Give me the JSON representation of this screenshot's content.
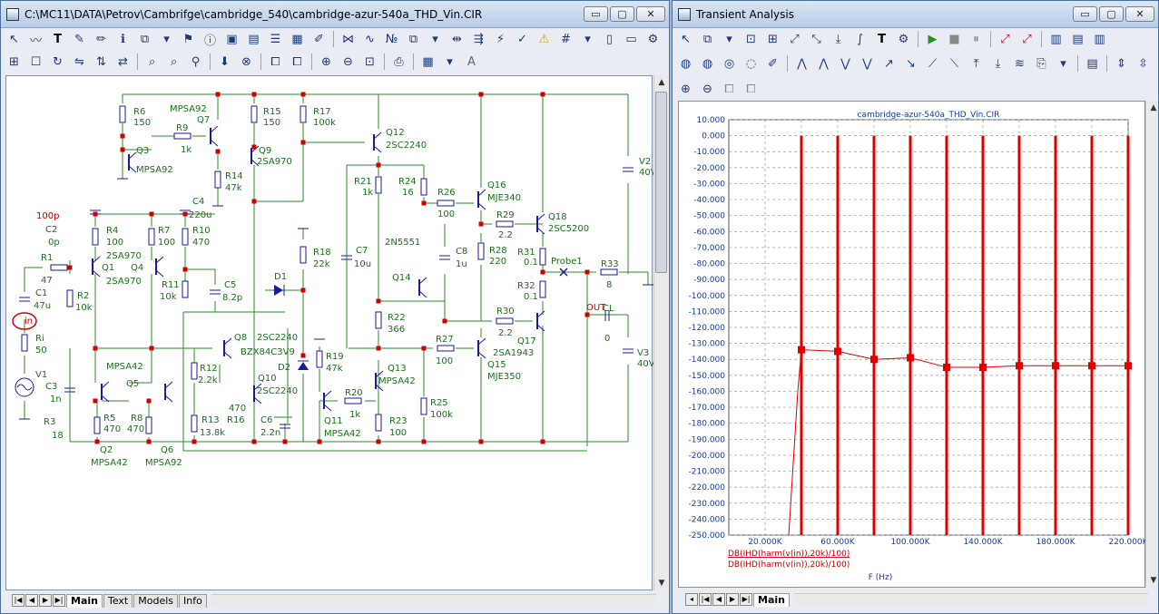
{
  "schematic_window": {
    "title": "C:\\MC11\\DATA\\Petrov\\Cambrifge\\cambridge_540\\cambridge-azur-540a_THD_Vin.CIR",
    "controls": {
      "minimize": "▭",
      "maximize": "▢",
      "close": "✕"
    },
    "tabs": [
      "Main",
      "Text",
      "Models",
      "Info"
    ],
    "active_tab": "Main"
  },
  "transient_window": {
    "title": "Transient Analysis",
    "controls": {
      "minimize": "▭",
      "maximize": "▢",
      "close": "✕"
    },
    "tabs": [
      "Main"
    ],
    "active_tab": "Main"
  },
  "schematic_labels": [
    {
      "id": "R6",
      "t": "R6"
    },
    {
      "id": "R6v",
      "t": "150"
    },
    {
      "id": "R9",
      "t": "R9"
    },
    {
      "id": "R9v",
      "t": "1k"
    },
    {
      "id": "MPSA92a",
      "t": "MPSA92"
    },
    {
      "id": "Q7",
      "t": "Q7"
    },
    {
      "id": "R15",
      "t": "R15"
    },
    {
      "id": "R15v",
      "t": "150"
    },
    {
      "id": "R17",
      "t": "R17"
    },
    {
      "id": "R17v",
      "t": "100k"
    },
    {
      "id": "Q12",
      "t": "Q12"
    },
    {
      "id": "Q12m",
      "t": "2SC2240"
    },
    {
      "id": "Q3",
      "t": "Q3"
    },
    {
      "id": "Q3m",
      "t": "MPSA92"
    },
    {
      "id": "Q9",
      "t": "Q9"
    },
    {
      "id": "Q9m",
      "t": "2SA970"
    },
    {
      "id": "R14",
      "t": "R14"
    },
    {
      "id": "R14v",
      "t": "47k"
    },
    {
      "id": "C4",
      "t": "C4"
    },
    {
      "id": "C4v",
      "t": "220u"
    },
    {
      "id": "R21",
      "t": "R21"
    },
    {
      "id": "R21v",
      "t": "1k"
    },
    {
      "id": "R24",
      "t": "R24"
    },
    {
      "id": "R24v",
      "t": "16"
    },
    {
      "id": "R26",
      "t": "R26"
    },
    {
      "id": "R26v",
      "t": "100"
    },
    {
      "id": "Q16",
      "t": "Q16"
    },
    {
      "id": "Q16m",
      "t": "MJE340"
    },
    {
      "id": "C2a",
      "t": "100p"
    },
    {
      "id": "C2",
      "t": "C2"
    },
    {
      "id": "C2v",
      "t": "0p"
    },
    {
      "id": "R4",
      "t": "R4"
    },
    {
      "id": "R4v",
      "t": "100"
    },
    {
      "id": "R7",
      "t": "R7"
    },
    {
      "id": "R7v",
      "t": "100"
    },
    {
      "id": "R10",
      "t": "R10"
    },
    {
      "id": "R10v",
      "t": "470"
    },
    {
      "id": "R29",
      "t": "R29"
    },
    {
      "id": "R29v",
      "t": "2.2"
    },
    {
      "id": "Q18",
      "t": "Q18"
    },
    {
      "id": "Q18m",
      "t": "2SC5200"
    },
    {
      "id": "Q1m",
      "t": "2SA970"
    },
    {
      "id": "R18",
      "t": "R18"
    },
    {
      "id": "R18v",
      "t": "22k"
    },
    {
      "id": "C7",
      "t": "C7"
    },
    {
      "id": "C7v",
      "t": "10u"
    },
    {
      "id": "C8",
      "t": "C8"
    },
    {
      "id": "C8v",
      "t": "1u"
    },
    {
      "id": "R28",
      "t": "R28"
    },
    {
      "id": "R28v",
      "t": "220"
    },
    {
      "id": "R31",
      "t": "R31"
    },
    {
      "id": "R31v",
      "t": "0.1"
    },
    {
      "id": "V2",
      "t": "V2"
    },
    {
      "id": "V2v",
      "t": "40V"
    },
    {
      "id": "R1",
      "t": "R1"
    },
    {
      "id": "R1v",
      "t": "47"
    },
    {
      "id": "Q1",
      "t": "Q1"
    },
    {
      "id": "Q4",
      "t": "Q4"
    },
    {
      "id": "Q4m",
      "t": "2SA970"
    },
    {
      "id": "Probe1",
      "t": "Probe1"
    },
    {
      "id": "R33",
      "t": "R33"
    },
    {
      "id": "R33v",
      "t": "8"
    },
    {
      "id": "C1",
      "t": "C1"
    },
    {
      "id": "C1v",
      "t": "47u"
    },
    {
      "id": "R2",
      "t": "R2"
    },
    {
      "id": "R2v",
      "t": "10k"
    },
    {
      "id": "R11",
      "t": "R11"
    },
    {
      "id": "R11v",
      "t": "10k"
    },
    {
      "id": "C5",
      "t": "C5"
    },
    {
      "id": "C5v",
      "t": "8.2p"
    },
    {
      "id": "D1",
      "t": "D1"
    },
    {
      "id": "Q14m",
      "t": "2N5551"
    },
    {
      "id": "Q14",
      "t": "Q14"
    },
    {
      "id": "R32",
      "t": "R32"
    },
    {
      "id": "R32v",
      "t": "0.1"
    },
    {
      "id": "inn",
      "t": "in"
    },
    {
      "id": "OUT",
      "t": "OUT"
    },
    {
      "id": "CL",
      "t": "CL"
    },
    {
      "id": "CLv",
      "t": "0"
    },
    {
      "id": "R22",
      "t": "R22"
    },
    {
      "id": "R22v",
      "t": "366"
    },
    {
      "id": "R30",
      "t": "R30"
    },
    {
      "id": "R30v",
      "t": "2.2"
    },
    {
      "id": "Q17",
      "t": "Q17"
    },
    {
      "id": "Ri",
      "t": "Ri"
    },
    {
      "id": "Riv",
      "t": "50"
    },
    {
      "id": "Q8",
      "t": "Q8"
    },
    {
      "id": "Q8m",
      "t": "2SC2240"
    },
    {
      "id": "D2m",
      "t": "BZX84C3V9"
    },
    {
      "id": "R27",
      "t": "R27"
    },
    {
      "id": "R27v",
      "t": "100"
    },
    {
      "id": "Q15m",
      "t": "2SA1943"
    },
    {
      "id": "V3",
      "t": "V3"
    },
    {
      "id": "V3v",
      "t": "40V"
    },
    {
      "id": "MPSA42a",
      "t": "MPSA42"
    },
    {
      "id": "R12",
      "t": "R12"
    },
    {
      "id": "R12v",
      "t": "2.2k"
    },
    {
      "id": "D2",
      "t": "D2"
    },
    {
      "id": "R19",
      "t": "R19"
    },
    {
      "id": "R19v",
      "t": "47k"
    },
    {
      "id": "Q13",
      "t": "Q13"
    },
    {
      "id": "Q15",
      "t": "Q15"
    },
    {
      "id": "Q15m2",
      "t": "MJE350"
    },
    {
      "id": "V1",
      "t": "V1"
    },
    {
      "id": "Q5",
      "t": "Q5"
    },
    {
      "id": "Q10",
      "t": "Q10"
    },
    {
      "id": "Q10m",
      "t": "2SC2240"
    },
    {
      "id": "Q13m",
      "t": "MPSA42"
    },
    {
      "id": "C3",
      "t": "C3"
    },
    {
      "id": "C3v",
      "t": "1n"
    },
    {
      "id": "R20",
      "t": "R20"
    },
    {
      "id": "R20v",
      "t": "1k"
    },
    {
      "id": "R16v",
      "t": "470"
    },
    {
      "id": "R16",
      "t": "R16"
    },
    {
      "id": "C6",
      "t": "C6"
    },
    {
      "id": "C6v",
      "t": "2.2n"
    },
    {
      "id": "R25",
      "t": "R25"
    },
    {
      "id": "R25v",
      "t": "100k"
    },
    {
      "id": "R3",
      "t": "R3"
    },
    {
      "id": "R5",
      "t": "R5"
    },
    {
      "id": "R5v",
      "t": "470"
    },
    {
      "id": "R8",
      "t": "R8"
    },
    {
      "id": "R8v",
      "t": "470"
    },
    {
      "id": "R13",
      "t": "R13"
    },
    {
      "id": "R13v",
      "t": "13.8k"
    },
    {
      "id": "Q11",
      "t": "Q11"
    },
    {
      "id": "Q11m",
      "t": "MPSA42"
    },
    {
      "id": "R23",
      "t": "R23"
    },
    {
      "id": "R23v",
      "t": "100"
    },
    {
      "id": "R3v",
      "t": "18"
    },
    {
      "id": "Q2",
      "t": "Q2"
    },
    {
      "id": "Q6",
      "t": "Q6"
    },
    {
      "id": "Q2m",
      "t": "MPSA42"
    },
    {
      "id": "Q6m",
      "t": "MPSA92"
    }
  ],
  "chart_data": {
    "type": "line",
    "title": "cambridge-azur-540a_THD_Vin.CIR",
    "xlabel": "F (Hz)",
    "ylabel": "",
    "xlim": [
      0,
      220000
    ],
    "ylim": [
      -250,
      10
    ],
    "x_ticks": [
      {
        "v": 20000,
        "t": "20.000K"
      },
      {
        "v": 60000,
        "t": "60.000K"
      },
      {
        "v": 100000,
        "t": "100.000K"
      },
      {
        "v": 140000,
        "t": "140.000K"
      },
      {
        "v": 180000,
        "t": "180.000K"
      },
      {
        "v": 220000,
        "t": "220.000K"
      }
    ],
    "y_ticks": [
      10,
      0,
      -10,
      -20,
      -30,
      -40,
      -50,
      -60,
      -70,
      -80,
      -90,
      -100,
      -110,
      -120,
      -130,
      -140,
      -150,
      -160,
      -170,
      -180,
      -190,
      -200,
      -210,
      -220,
      -230,
      -240,
      -250
    ],
    "y_tick_labels": [
      "10.000",
      "0.000",
      "-10.000",
      "-20.000",
      "-30.000",
      "-40.000",
      "-50.000",
      "-60.000",
      "-70.000",
      "-80.000",
      "-90.000",
      "-100.000",
      "-110.000",
      "-120.000",
      "-130.000",
      "-140.000",
      "-150.000",
      "-160.000",
      "-170.000",
      "-180.000",
      "-190.000",
      "-200.000",
      "-210.000",
      "-220.000",
      "-230.000",
      "-240.000",
      "-250.000"
    ],
    "grid": true,
    "series": [
      {
        "name": "DB(IHD(harm(v(in)),20k)/100)",
        "kind": "bars",
        "color": "#e00000",
        "x": [
          40000,
          60000,
          80000,
          100000,
          120000,
          140000,
          160000,
          180000,
          200000,
          220000
        ],
        "values": [
          0,
          0,
          0,
          0,
          0,
          0,
          0,
          0,
          0,
          0
        ]
      },
      {
        "name": "DB(IHD(harm(v(in)),20k)/100)",
        "kind": "line",
        "color": "#e00000",
        "x": [
          33000,
          38000,
          40000,
          60000,
          80000,
          100000,
          120000,
          140000,
          160000,
          180000,
          200000,
          220000
        ],
        "values": [
          -250,
          -160,
          -134,
          -135,
          -140,
          -139,
          -145,
          -145,
          -144,
          -144,
          -144,
          -144
        ]
      }
    ]
  }
}
